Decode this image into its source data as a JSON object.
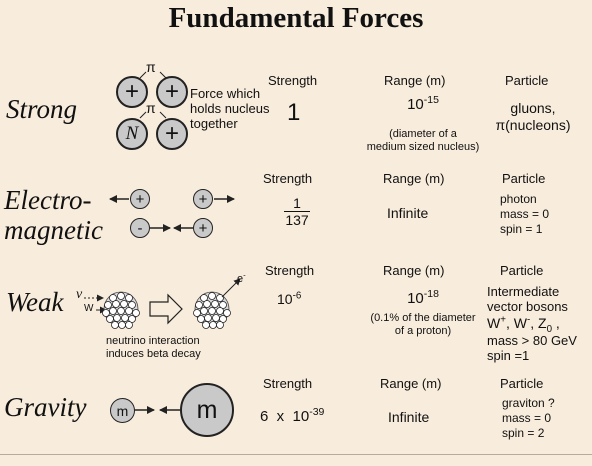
{
  "title": "Fundamental Forces",
  "headers": {
    "strength": "Strength",
    "range": "Range (m)",
    "particle": "Particle"
  },
  "strong": {
    "name": "Strong",
    "pi": "π",
    "proton_sign": "+",
    "neutron": "N",
    "desc": [
      "Force which",
      "holds nucleus",
      "together"
    ],
    "strength": "1",
    "range_base": "10",
    "range_exp": "-15",
    "range_note": [
      "(diameter of a",
      "medium sized nucleus)"
    ],
    "particle": [
      "gluons,",
      "π(nucleons)"
    ]
  },
  "em": {
    "name": [
      "Electro-",
      "magnetic"
    ],
    "plus": "+",
    "minus": "-",
    "strength_num": "1",
    "strength_den": "137",
    "range": "Infinite",
    "particle": [
      "photon",
      "mass = 0",
      "spin = 1"
    ]
  },
  "weak": {
    "name": "Weak",
    "nu": "ν",
    "w": "W",
    "e": "e",
    "e_sup": "-",
    "caption": [
      "neutrino interaction",
      "induces beta decay"
    ],
    "strength_base": "10",
    "strength_exp": "-6",
    "range_base": "10",
    "range_exp": "-18",
    "range_note": [
      "(0.1% of the diameter",
      "of a proton)"
    ],
    "particle_lines": [
      "Intermediate",
      "vector bosons"
    ],
    "w_plus": "W",
    "w_plus_sup": "+",
    "w_minus": "W",
    "w_minus_sup": "-",
    "z": "Z",
    "z_sub": "0",
    "particle_tail": [
      "mass > 80 GeV",
      "spin =1"
    ]
  },
  "gravity": {
    "name": "Gravity",
    "small_mass": "m",
    "big_mass": "m",
    "strength_base": "6  x  10",
    "strength_exp": "-39",
    "range": "Infinite",
    "particle": [
      "graviton ?",
      "mass = 0",
      "spin = 2"
    ]
  }
}
